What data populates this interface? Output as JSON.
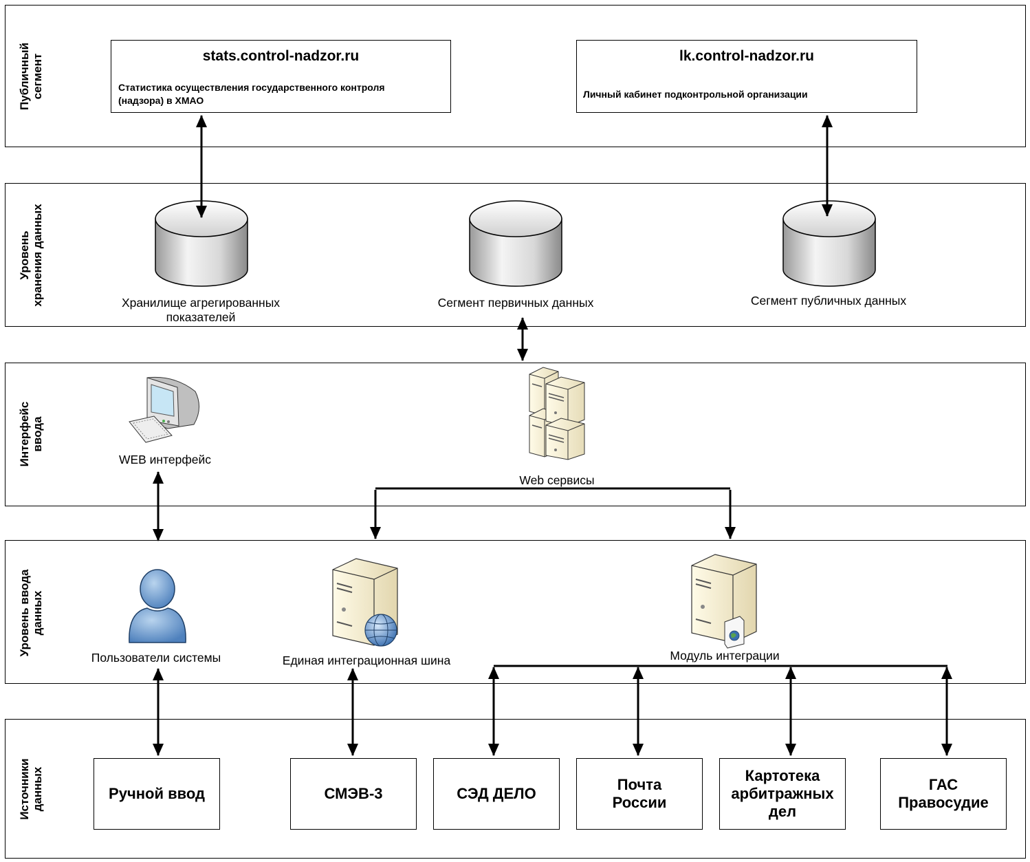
{
  "layers": {
    "public": "Публичный\nсегмент",
    "storage": "Уровень\nхранения данных",
    "interface": "Интерфейс\nввода",
    "input": "Уровень ввода\nданных",
    "sources": "Источники\nданных"
  },
  "sites": {
    "stats": {
      "title": "stats.control-nadzor.ru",
      "desc": "Статистика осуществления государственного контроля (надзора) в ХМАО"
    },
    "lk": {
      "title": "lk.control-nadzor.ru",
      "desc": "Личный кабинет подконтрольной организации"
    }
  },
  "storage": {
    "aggregated": "Хранилище агрегированных показателей",
    "primary": "Сегмент первичных данных",
    "public": "Сегмент публичных данных"
  },
  "interface": {
    "web": "WEB интерфейс",
    "services": "Web сервисы"
  },
  "input": {
    "users": "Пользователи системы",
    "bus": "Единая интеграционная шина",
    "module": "Модуль интеграции"
  },
  "sources": {
    "manual": "Ручной ввод",
    "smev": "СМЭВ-3",
    "sed": "СЭД ДЕЛО",
    "post": "Почта\nРоссии",
    "kad": "Картотека\nарбитражных\nдел",
    "gas": "ГАС\nПравосудие"
  },
  "icons": {
    "db": "database-cylinder-icon",
    "workstation": "workstation-icon",
    "server_cluster": "server-cluster-icon",
    "user": "user-icon",
    "web_server": "web-server-icon",
    "app_server": "application-server-icon"
  }
}
